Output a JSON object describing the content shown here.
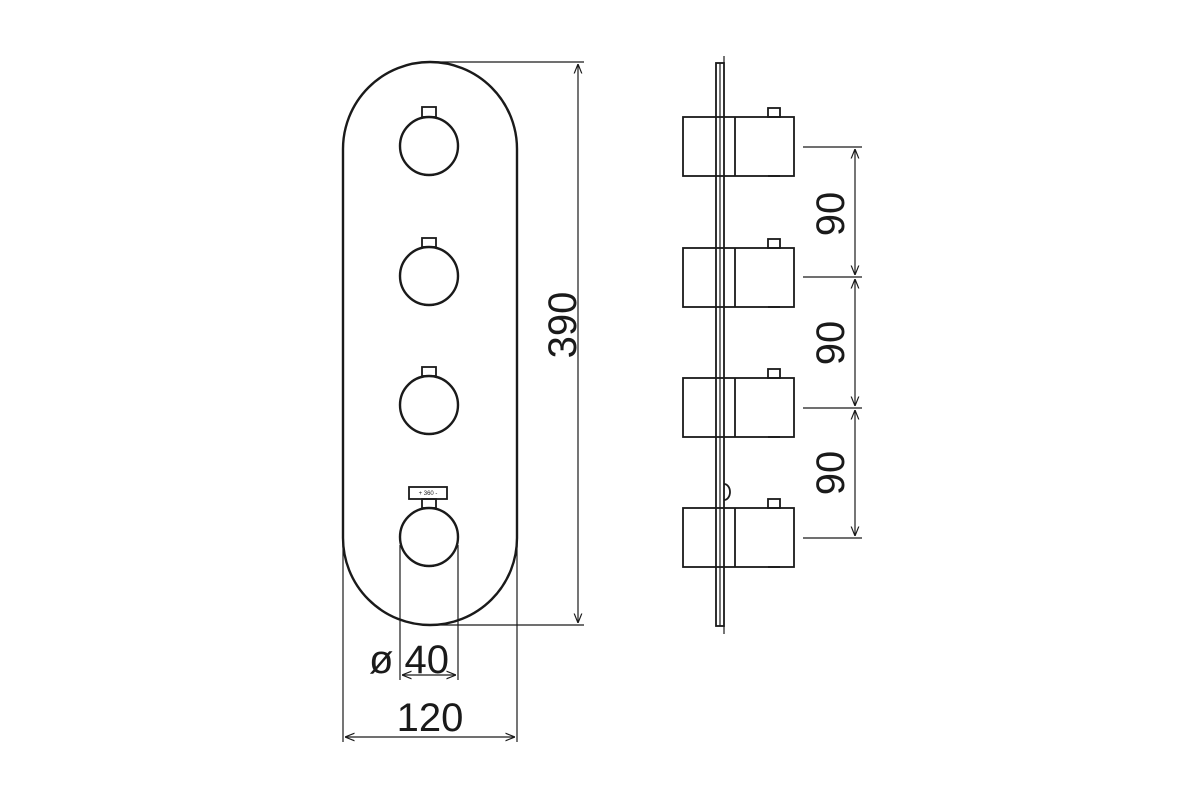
{
  "dimensions": {
    "plate_height": "390",
    "plate_width": "120",
    "knob_diameter": "ø 40",
    "spacing_1": "90",
    "spacing_2": "90",
    "spacing_3": "90"
  },
  "bottom_knob_label": "+ 360 -",
  "colors": {
    "line": "#1a1a1a",
    "background": "#ffffff"
  }
}
